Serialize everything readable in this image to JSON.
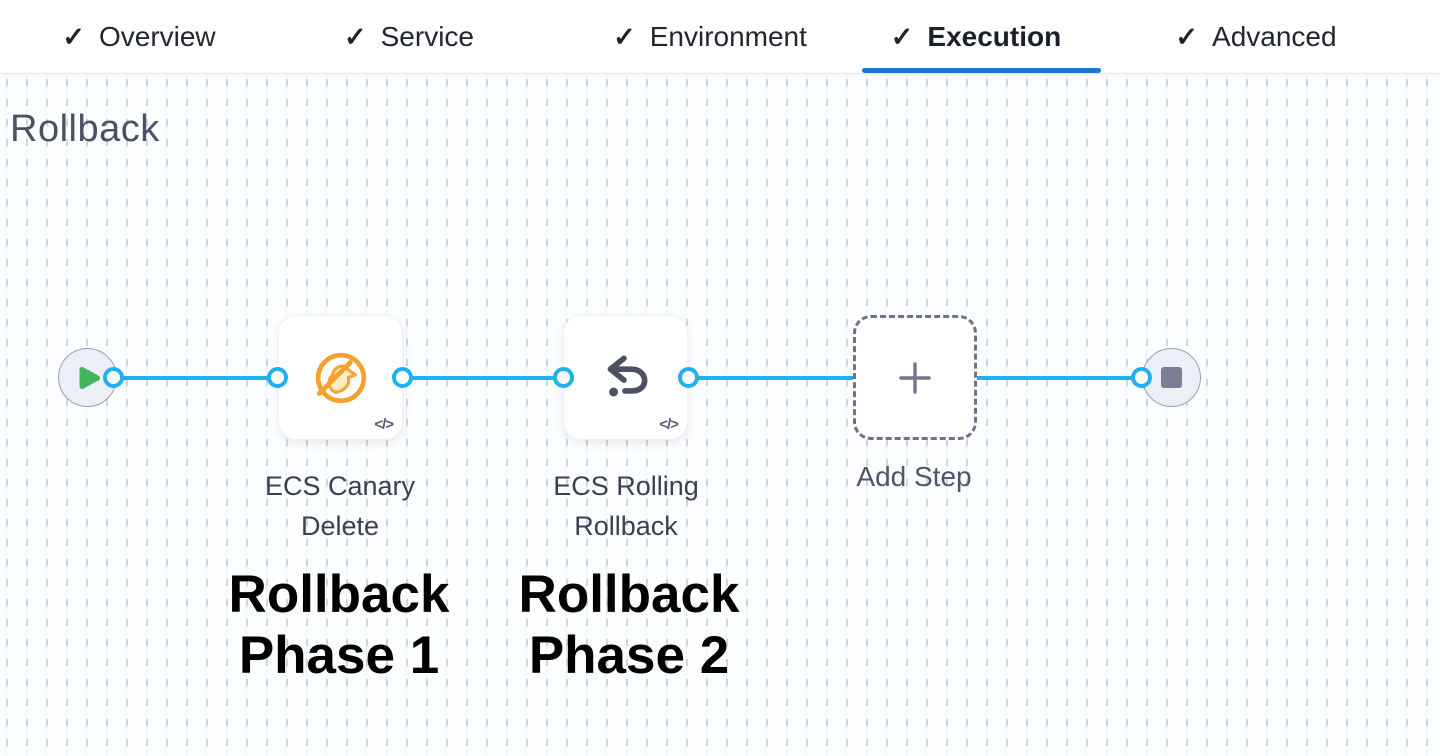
{
  "tabs": {
    "check_glyph": "✓",
    "items": [
      {
        "label": "Overview",
        "checked": true,
        "active": false
      },
      {
        "label": "Service",
        "checked": true,
        "active": false
      },
      {
        "label": "Environment",
        "checked": true,
        "active": false
      },
      {
        "label": "Execution",
        "checked": true,
        "active": true
      },
      {
        "label": "Advanced",
        "checked": true,
        "active": false
      }
    ]
  },
  "canvas": {
    "title": "Rollback",
    "flow": {
      "start_node": {
        "icon": "play-icon"
      },
      "end_node": {
        "icon": "stop-icon"
      },
      "steps": [
        {
          "label_line1": "ECS Canary",
          "label_line2": "Delete",
          "icon": "canary-delete-icon",
          "code_glyph": "</>"
        },
        {
          "label_line1": "ECS Rolling",
          "label_line2": "Rollback",
          "icon": "rolling-rollback-icon",
          "code_glyph": "</>"
        }
      ],
      "add_step": {
        "label": "Add Step",
        "icon": "plus-icon"
      }
    },
    "annotations": [
      {
        "line1": "Rollback",
        "line2": "Phase 1"
      },
      {
        "line1": "Rollback",
        "line2": "Phase 2"
      }
    ]
  },
  "colors": {
    "connector_blue": "#1fb0f2",
    "active_tab_blue": "#1b78d2",
    "play_green": "#43b45c",
    "canary_orange": "#f5a02c",
    "icon_slate": "#4c5166",
    "grid_dash": "#cbd8e2"
  }
}
